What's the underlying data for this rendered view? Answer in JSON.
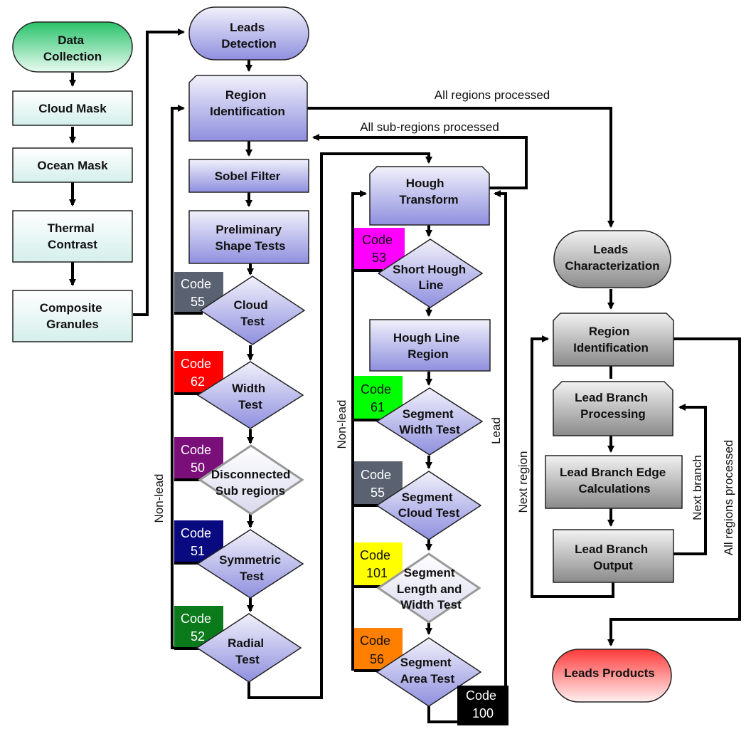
{
  "nodes": {
    "data_collection": [
      "Data",
      "Collection"
    ],
    "cloud_mask": [
      "Cloud Mask"
    ],
    "ocean_mask": [
      "Ocean Mask"
    ],
    "thermal_contrast": [
      "Thermal",
      "Contrast"
    ],
    "composite_granules": [
      "Composite",
      "Granules"
    ],
    "leads_detection": [
      "Leads",
      "Detection"
    ],
    "region_identification": [
      "Region",
      "Identification"
    ],
    "sobel_filter": [
      "Sobel Filter"
    ],
    "preliminary_shape_tests": [
      "Preliminary",
      "Shape Tests"
    ],
    "cloud_test": [
      "Cloud",
      "Test"
    ],
    "width_test": [
      "Width",
      "Test"
    ],
    "disconnected_sub_regions": [
      "Disconnected",
      "Sub regions"
    ],
    "symmetric_test": [
      "Symmetric",
      "Test"
    ],
    "radial_test": [
      "Radial",
      "Test"
    ],
    "hough_transform": [
      "Hough",
      "Transform"
    ],
    "short_hough_line": [
      "Short Hough",
      "Line"
    ],
    "hough_line_region": [
      "Hough Line",
      "Region"
    ],
    "segment_width_test": [
      "Segment",
      "Width Test"
    ],
    "segment_cloud_test": [
      "Segment",
      "Cloud Test"
    ],
    "segment_length_width_test": [
      "Segment",
      "Length and",
      "Width Test"
    ],
    "segment_area_test": [
      "Segment",
      "Area Test"
    ],
    "leads_characterization": [
      "Leads",
      "Characterization"
    ],
    "region_identification_2": [
      "Region",
      "Identification"
    ],
    "lead_branch_processing": [
      "Lead Branch",
      "Processing"
    ],
    "lead_branch_edge": [
      "Lead Branch Edge",
      "Calculations"
    ],
    "lead_branch_output": [
      "Lead Branch",
      "Output"
    ],
    "leads_products": [
      "Leads Products"
    ]
  },
  "codes": [
    {
      "key": "code_55a",
      "word": "Code",
      "num": "55",
      "color": "#5a6170",
      "text_color": "#ffffff"
    },
    {
      "key": "code_62",
      "word": "Code",
      "num": "62",
      "color": "#ff0000",
      "text_color": "#ffffff"
    },
    {
      "key": "code_50",
      "word": "Code",
      "num": "50",
      "color": "#7a0f7a",
      "text_color": "#ffffff"
    },
    {
      "key": "code_51",
      "word": "Code",
      "num": "51",
      "color": "#0a0a80",
      "text_color": "#ffffff"
    },
    {
      "key": "code_52",
      "word": "Code",
      "num": "52",
      "color": "#0a7a1a",
      "text_color": "#ffffff"
    },
    {
      "key": "code_53",
      "word": "Code",
      "num": "53",
      "color": "#ff00ff",
      "text_color": "#111111"
    },
    {
      "key": "code_61",
      "word": "Code",
      "num": "61",
      "color": "#00ff00",
      "text_color": "#111111"
    },
    {
      "key": "code_55b",
      "word": "Code",
      "num": "55",
      "color": "#5a6170",
      "text_color": "#ffffff"
    },
    {
      "key": "code_101",
      "word": "Code",
      "num": "101",
      "color": "#ffff00",
      "text_color": "#111111"
    },
    {
      "key": "code_56",
      "word": "Code",
      "num": "56",
      "color": "#ff7f00",
      "text_color": "#111111"
    },
    {
      "key": "code_100",
      "word": "Code",
      "num": "100",
      "color": "#000000",
      "text_color": "#ffffff"
    }
  ],
  "edge_labels": {
    "all_regions_processed_top": "All regions processed",
    "all_sub_regions_processed": "All sub-regions processed",
    "non_lead_left": "Non-lead",
    "non_lead_mid": "Non-lead",
    "lead": "Lead",
    "next_region": "Next region",
    "next_branch": "Next branch",
    "all_regions_processed_right": "All regions processed"
  },
  "colors": {
    "green_fill": "#8fe8b8",
    "teal_fill": "#e3f5f3",
    "purple_fill": "#b3b3ec",
    "gray_fill": "#a8a8a8",
    "red_fill": "#ff8f8f"
  }
}
